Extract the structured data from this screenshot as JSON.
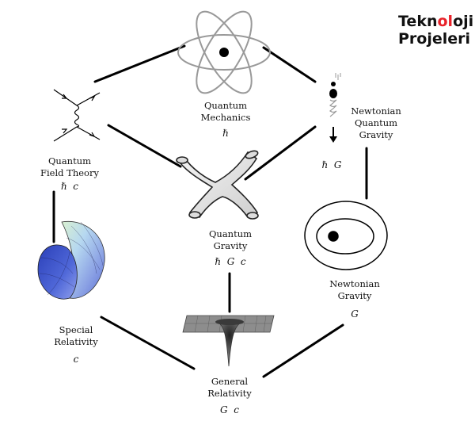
{
  "brand": {
    "line1_a": "Tekn",
    "line1_b": "ol",
    "line1_c": "oji",
    "line2": "Projeleri",
    "accent": "#e8232a"
  },
  "nodes": {
    "qm": {
      "title_1": "Quantum",
      "title_2": "Mechanics",
      "consts": "ℏ"
    },
    "nqg": {
      "title_1": "Newtonian",
      "title_2": "Quantum",
      "title_3": "Gravity",
      "consts": "ℏ  G"
    },
    "qft": {
      "title_1": "Quantum",
      "title_2": "Field Theory",
      "consts": "ℏ  c"
    },
    "qg": {
      "title_1": "Quantum",
      "title_2": "Gravity",
      "consts": "ℏ  G  c"
    },
    "ng": {
      "title_1": "Newtonian",
      "title_2": "Gravity",
      "consts": "G"
    },
    "sr": {
      "title_1": "Special",
      "title_2": "Relativity",
      "consts": "c"
    },
    "gr": {
      "title_1": "General",
      "title_2": "Relativity",
      "consts": "G  c"
    }
  },
  "icons": {
    "qm": "atom-icon",
    "nqg": "falling-particle-icon",
    "qft": "feynman-diagram-icon",
    "qg": "spacetime-tube-icon",
    "ng": "orbit-icon",
    "sr": "lorentz-cone-icon",
    "gr": "gravity-well-icon"
  },
  "colors": {
    "line": "#000000",
    "orbit": "#9a9a9a",
    "cone_blue": "#3a52c8",
    "cone_green": "#7fb86a",
    "well": "#6f6f6f"
  }
}
